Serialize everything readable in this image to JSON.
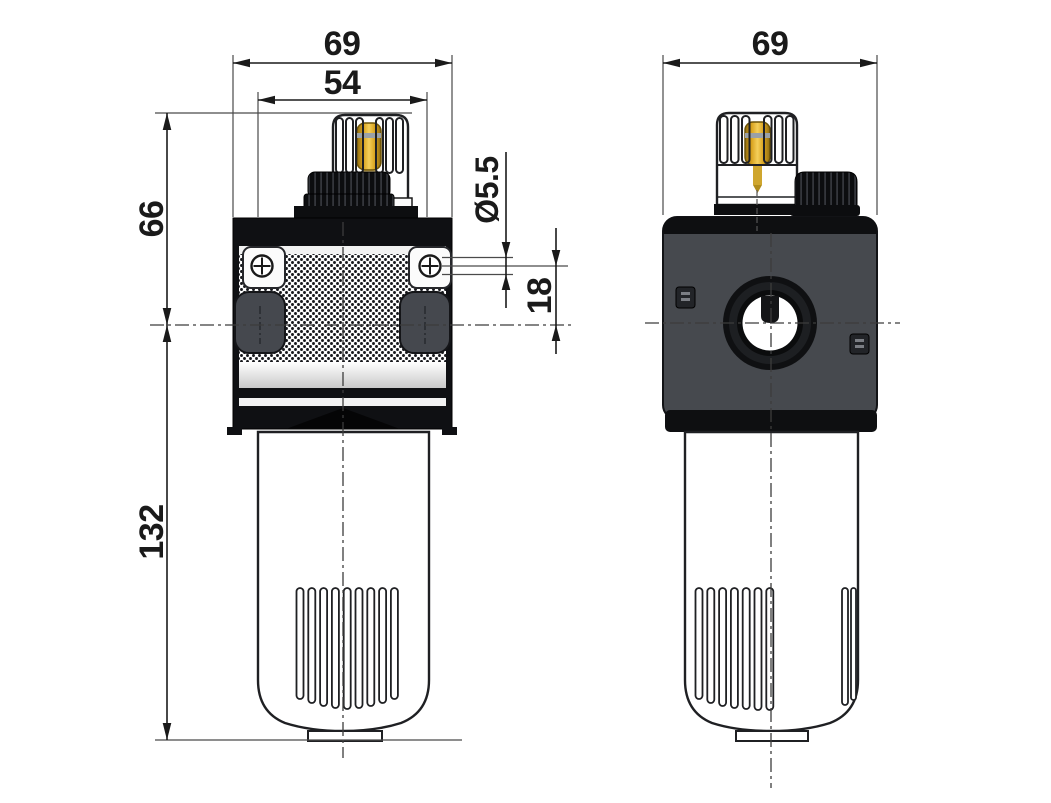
{
  "dimensions": {
    "front_view": {
      "overall_width": "69",
      "bowl_width": "54",
      "upper_height": "66",
      "lower_height": "132",
      "hole_diameter": "Ø5.5",
      "hole_offset": "18"
    },
    "side_view": {
      "overall_width": "69"
    }
  },
  "colors": {
    "line": "#1a1a1a",
    "body_grey": "#46494e",
    "black_part": "#0e0f11",
    "amber": "#e3aa25",
    "background": "#ffffff"
  }
}
